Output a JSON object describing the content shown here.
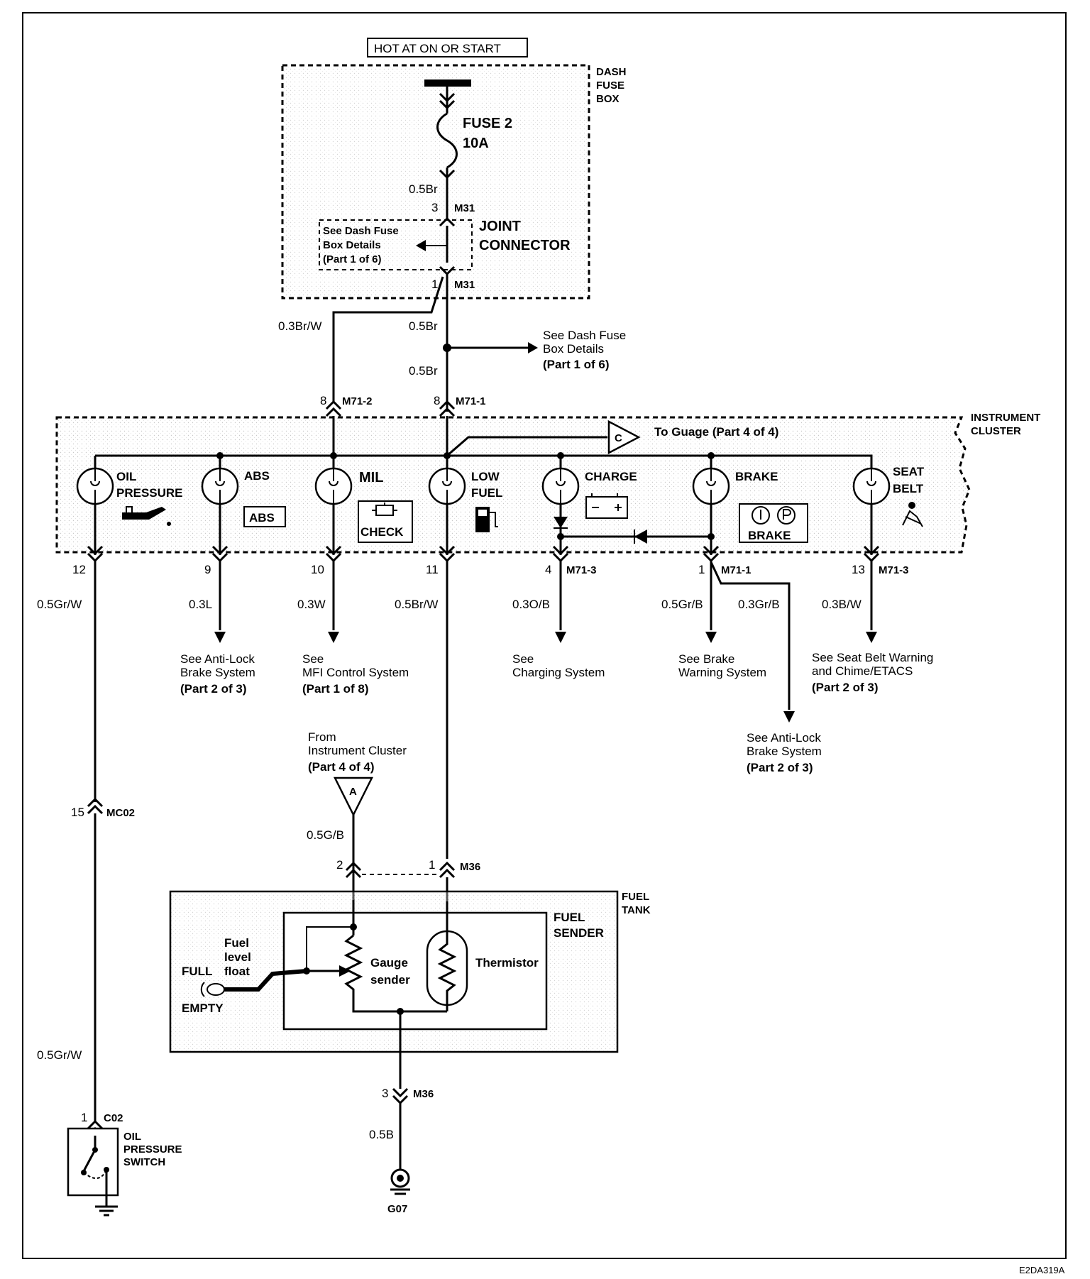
{
  "power": {
    "hot_at": "HOT AT ON OR START",
    "dash_fuse_box": [
      "DASH",
      "FUSE",
      "BOX"
    ],
    "fuse": "FUSE 2",
    "fuse_rating": "10A",
    "joint_connector": [
      "JOINT",
      "CONNECTOR"
    ],
    "see_fuse_details_inner": [
      "See Dash Fuse",
      "Box Details",
      "(Part 1 of 6)"
    ],
    "see_fuse_details_right": [
      "See Dash Fuse",
      "Box Details",
      "(Part 1 of 6)"
    ]
  },
  "connectors": {
    "m31_top_pin": "3",
    "m31_top": "M31",
    "m31_bot_pin": "1",
    "m31_bot": "M31",
    "m71_2_pin": "8",
    "m71_2": "M71-2",
    "m71_1_pin": "8",
    "m71_1": "M71-1",
    "mc02_pin": "15",
    "mc02": "MC02",
    "c02_pin": "1",
    "c02": "C02",
    "m36_pin2": "2",
    "m36_pin1": "1",
    "m36": "M36",
    "m36_pin3": "3",
    "m36_b": "M36",
    "ground": "G07"
  },
  "wires": {
    "w_05br_a": "0.5Br",
    "w_03brw": "0.3Br/W",
    "w_05br_b": "0.5Br",
    "w_05br_c": "0.5Br",
    "w_05grw": "0.5Gr/W",
    "w_03l": "0.3L",
    "w_03w": "0.3W",
    "w_05brw": "0.5Br/W",
    "w_03ob": "0.3O/B",
    "w_05grb": "0.5Gr/B",
    "w_03grb": "0.3Gr/B",
    "w_03bw": "0.3B/W",
    "w_05gb": "0.5G/B",
    "w_05grw_b": "0.5Gr/W",
    "w_05b": "0.5B"
  },
  "cluster": {
    "title": [
      "INSTRUMENT",
      "CLUSTER"
    ],
    "to_gauge": "To Guage (Part 4 of 4)",
    "gauge_c": "C",
    "lamps": {
      "oil": [
        "OIL",
        "PRESSURE"
      ],
      "abs": "ABS",
      "abs_box": "ABS",
      "mil": "MIL",
      "mil_box": "CHECK",
      "low_fuel": [
        "LOW",
        "FUEL"
      ],
      "charge": "CHARGE",
      "brake": "BRAKE",
      "brake_box": "BRAKE",
      "seat_belt": [
        "SEAT",
        "BELT"
      ]
    },
    "pins": {
      "p12": "12",
      "p9": "9",
      "p10": "10",
      "p11": "11",
      "p4": "4",
      "m71_3_a": "M71-3",
      "p1": "1",
      "m71_1_b": "M71-1",
      "p13": "13",
      "m71_3_b": "M71-3"
    }
  },
  "refs": {
    "abs_1": [
      "See Anti-Lock",
      "Brake System",
      "(Part 2 of 3)"
    ],
    "mfi": [
      "See",
      "MFI Control System",
      "(Part 1 of 8)"
    ],
    "charging": [
      "See",
      "Charging System"
    ],
    "brake_warn": [
      "See Brake",
      "Warning System"
    ],
    "seat_belt": [
      "See Seat Belt Warning",
      "and Chime/ETACS",
      "(Part 2 of 3)"
    ],
    "abs_2": [
      "See Anti-Lock",
      "Brake System",
      "(Part 2 of 3)"
    ],
    "from_cluster": [
      "From",
      "Instrument Cluster",
      "(Part 4 of 4)"
    ],
    "connector_a": "A"
  },
  "fuel": {
    "tank": [
      "FUEL",
      "TANK"
    ],
    "sender": [
      "FUEL",
      "SENDER"
    ],
    "float": [
      "Fuel",
      "level",
      "float"
    ],
    "full": "FULL",
    "empty": "EMPTY",
    "gauge_sender": [
      "Gauge",
      "sender"
    ],
    "thermistor": "Thermistor"
  },
  "oil_switch": [
    "OIL",
    "PRESSURE",
    "SWITCH"
  ],
  "drawing_id": "E2DA319A"
}
